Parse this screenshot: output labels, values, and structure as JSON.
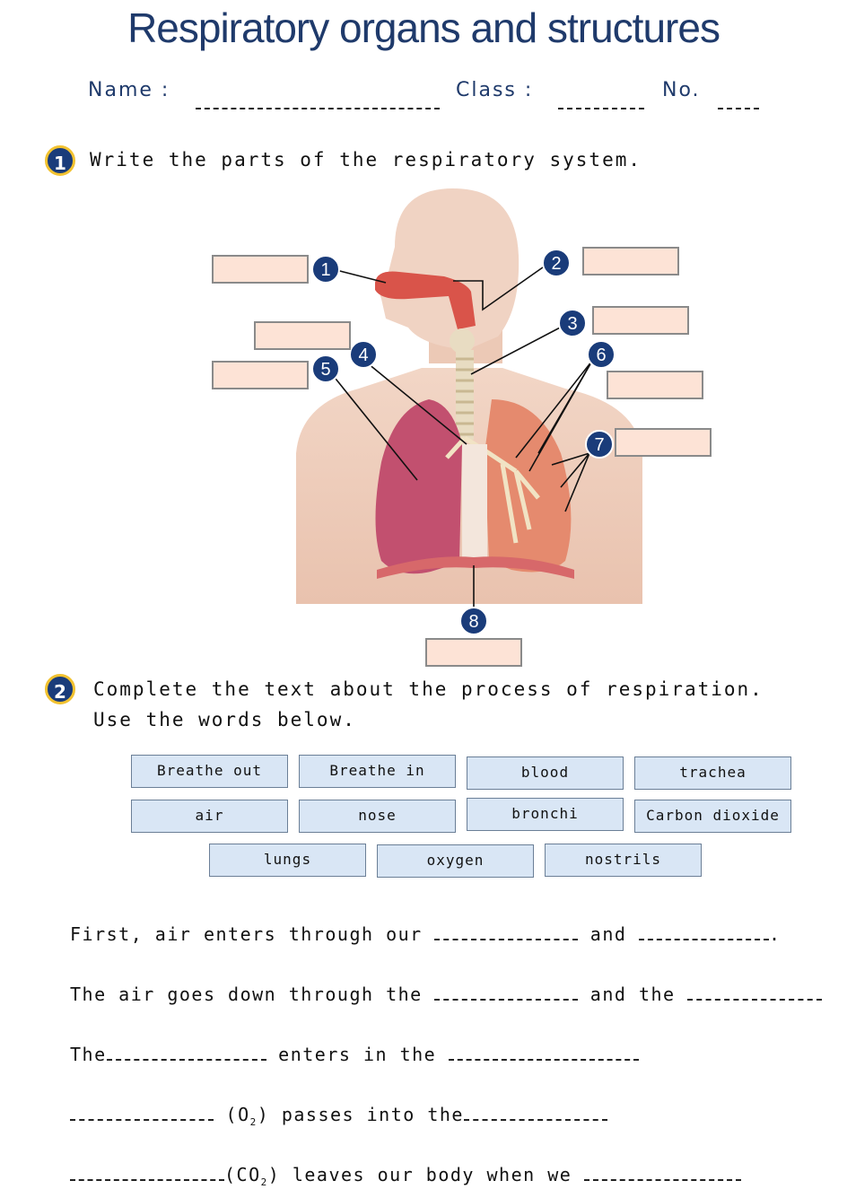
{
  "title": "Respiratory organs and structures",
  "header": {
    "name_label": "Name :",
    "class_label": "Class :",
    "no_label": "No."
  },
  "q1": {
    "number": "1",
    "instruction": "Write the parts of the respiratory system."
  },
  "diagram": {
    "markers": [
      "1",
      "2",
      "3",
      "4",
      "5",
      "6",
      "7",
      "8"
    ]
  },
  "q2": {
    "number": "2",
    "instruction_line1": "Complete the text about the process of respiration.",
    "instruction_line2": "Use the words below."
  },
  "word_bank": [
    "Breathe out",
    "Breathe in",
    "blood",
    "trachea",
    "air",
    "nose",
    "bronchi",
    "Carbon dioxide",
    "lungs",
    "oxygen",
    "nostrils"
  ],
  "sentences": {
    "s1a": "First, air enters through our",
    "s1b": "and",
    "s1c": ".",
    "s2a": "The air goes down through the",
    "s2b": "and the",
    "s3a": "The",
    "s3b": "enters in the",
    "s4a": "(O",
    "s4sub": "2",
    "s4b": ") passes into the",
    "s5a": "(CO",
    "s5sub": "2",
    "s5b": ") leaves our body when we"
  },
  "colors": {
    "title": "#1f3a6b",
    "badge": "#1a3c7a",
    "badge_ring": "#f2c230",
    "answer_box": "#fde3d6",
    "word_box": "#d9e6f5"
  }
}
